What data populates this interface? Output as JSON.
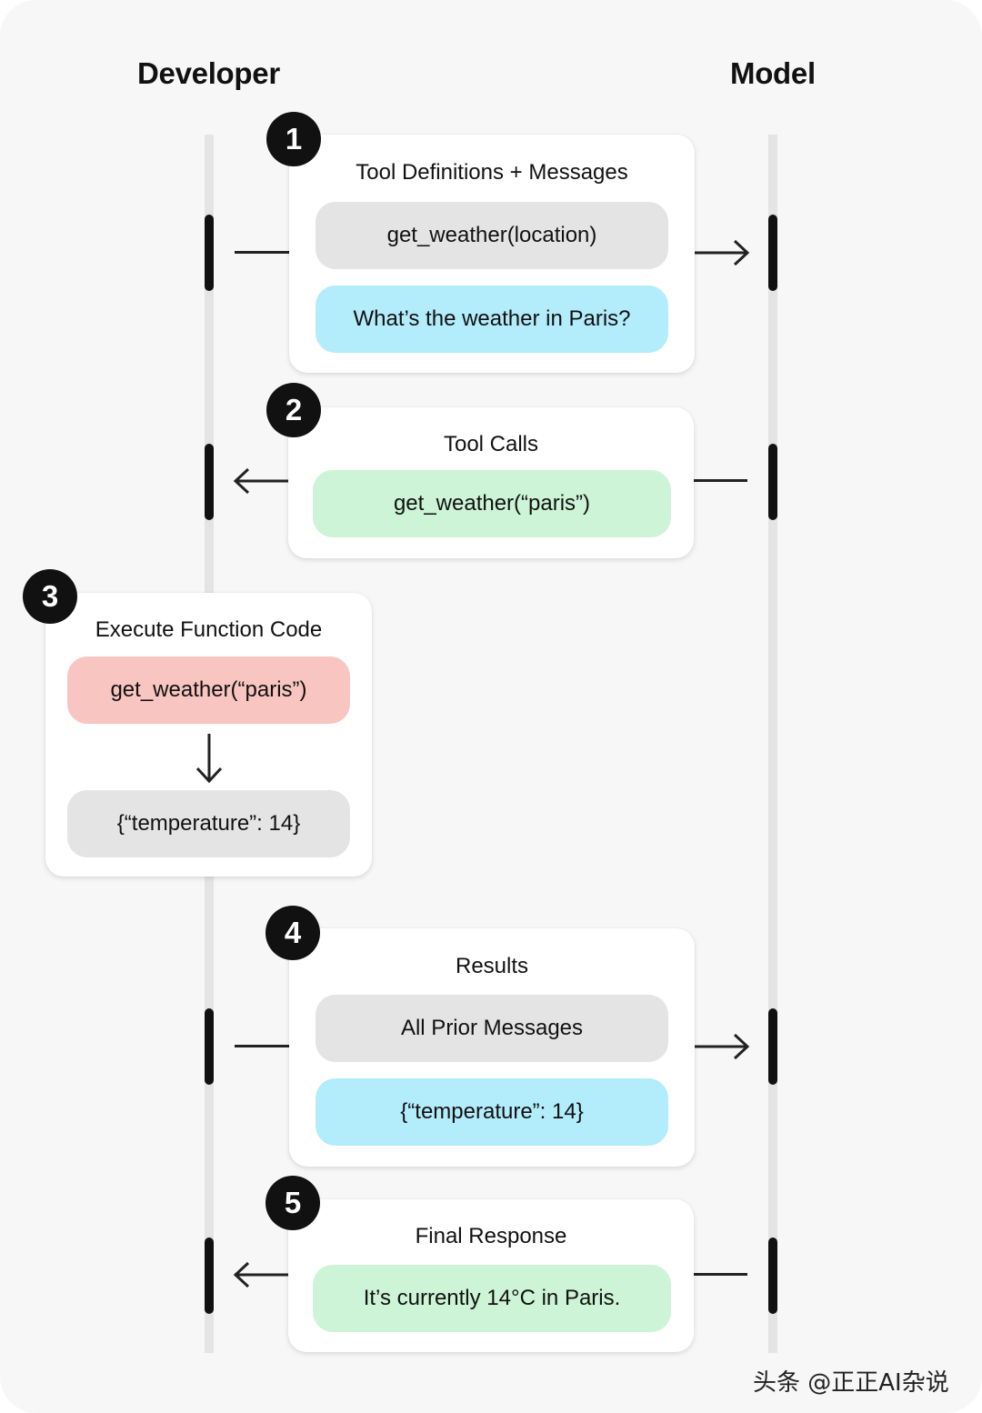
{
  "columns": {
    "developer": "Developer",
    "model": "Model"
  },
  "steps": [
    {
      "number": "1",
      "title": "Tool Definitions + Messages",
      "pills": [
        "get_weather(location)",
        "What’s the weather in Paris?"
      ],
      "direction": "developer-to-model"
    },
    {
      "number": "2",
      "title": "Tool Calls",
      "pills": [
        "get_weather(“paris”)"
      ],
      "direction": "model-to-developer"
    },
    {
      "number": "3",
      "title": "Execute Function Code",
      "pills": [
        "get_weather(“paris”)",
        "{“temperature”: 14}"
      ],
      "direction": "local"
    },
    {
      "number": "4",
      "title": "Results",
      "pills": [
        "All Prior Messages",
        "{“temperature”: 14}"
      ],
      "direction": "developer-to-model"
    },
    {
      "number": "5",
      "title": "Final Response",
      "pills": [
        "It’s currently 14°C in Paris."
      ],
      "direction": "model-to-developer"
    }
  ],
  "colors": {
    "background": "#f7f7f7",
    "gray": "#e4e4e4",
    "blue": "#b3ecfb",
    "green": "#cdf4d7",
    "red": "#f9c5c1",
    "ink": "#111111"
  },
  "watermark": "头条 @正正AI杂说"
}
